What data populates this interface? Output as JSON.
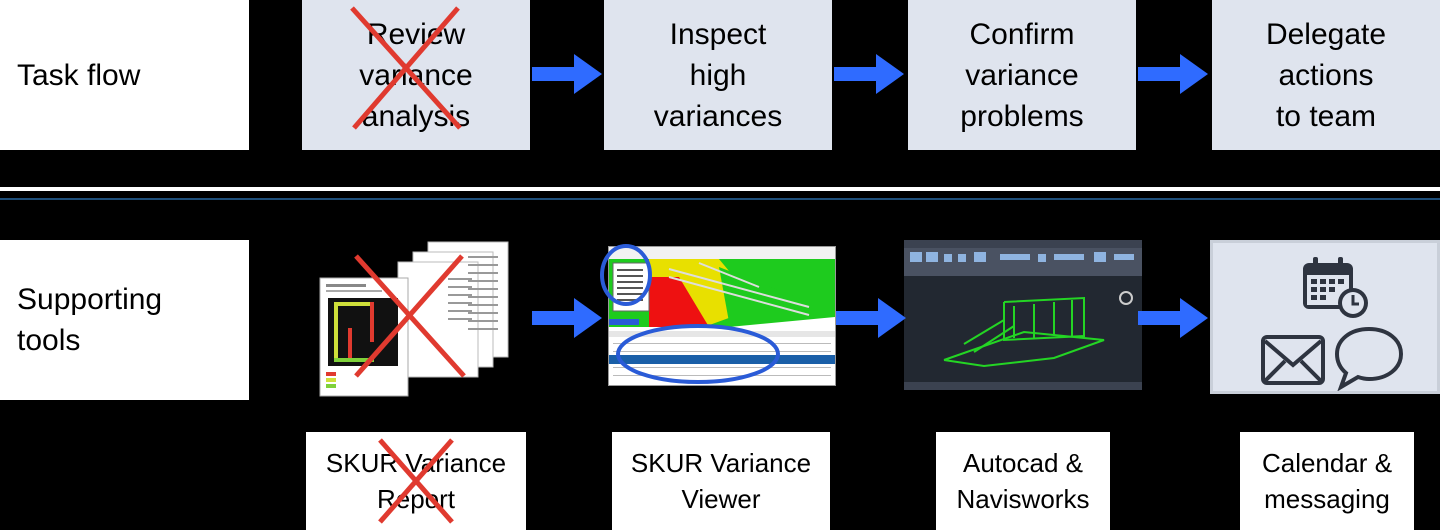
{
  "rows": {
    "task_flow": "Task flow",
    "supporting_tools": "Supporting\ntools"
  },
  "tasks": [
    {
      "label": "Review\nvariance\nanalysis",
      "crossed_out": true
    },
    {
      "label": "Inspect\nhigh\nvariances",
      "crossed_out": false
    },
    {
      "label": "Confirm\nvariance\nproblems",
      "crossed_out": false
    },
    {
      "label": "Delegate\nactions\nto team",
      "crossed_out": false
    }
  ],
  "tools": [
    {
      "caption": "SKUR Variance\nReport",
      "crossed_out": true,
      "image": "report-pages-thumbnail"
    },
    {
      "caption": "SKUR Variance\nViewer",
      "crossed_out": false,
      "image": "viewer-3d-thumbnail"
    },
    {
      "caption": "Autocad &\nNavisworks",
      "crossed_out": false,
      "image": "cad-thumbnail"
    },
    {
      "caption": "Calendar &\nmessaging",
      "crossed_out": false,
      "icons": [
        "calendar-icon",
        "mail-icon",
        "chat-bubble-icon"
      ]
    }
  ],
  "colors": {
    "arrow": "#2f6bff",
    "cross": "#e03a2f",
    "task_fill": "#dfe4ee",
    "highlight_ellipse": "#2a5bd7",
    "divider": "#1f4f7a"
  }
}
